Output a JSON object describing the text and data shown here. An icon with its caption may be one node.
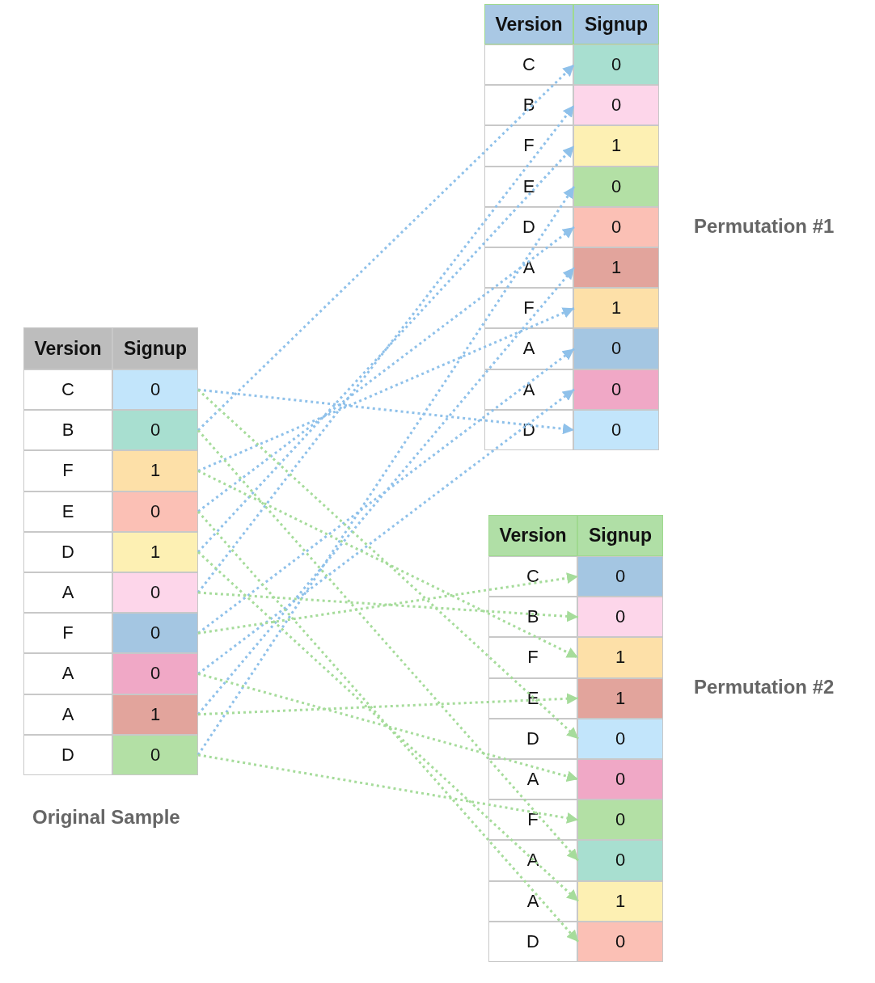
{
  "diagram": {
    "nodes": [
      {
        "text": [
          "Version"
        ]
      },
      {
        "text": [
          "Signup"
        ]
      },
      {
        "text": [
          "0"
        ]
      },
      {
        "text": [
          "0"
        ]
      },
      {
        "text": [
          "1"
        ]
      },
      {
        "text": [
          "0"
        ]
      },
      {
        "text": [
          "0"
        ]
      },
      {
        "text": [
          "1"
        ]
      },
      {
        "text": [
          "1"
        ]
      },
      {
        "text": [
          "0"
        ]
      },
      {
        "text": [
          "0"
        ]
      },
      {
        "text": [
          "0"
        ]
      },
      {
        "text": [
          "Version"
        ]
      },
      {
        "text": [
          "Signup"
        ]
      },
      {
        "text": [
          "0"
        ]
      },
      {
        "text": [
          "0"
        ]
      },
      {
        "text": [
          "1"
        ]
      },
      {
        "text": [
          "0"
        ]
      },
      {
        "text": [
          "1"
        ]
      },
      {
        "text": [
          "0"
        ]
      },
      {
        "text": [
          "0"
        ]
      },
      {
        "text": [
          "0"
        ]
      },
      {
        "text": [
          "1"
        ]
      },
      {
        "text": [
          "0"
        ]
      },
      {
        "text": [
          "Version"
        ]
      },
      {
        "text": [
          "Signup"
        ]
      },
      {
        "text": [
          "0"
        ]
      },
      {
        "text": [
          "0"
        ]
      },
      {
        "text": [
          "1"
        ]
      },
      {
        "text": [
          "1"
        ]
      },
      {
        "text": [
          "0"
        ]
      },
      {
        "text": [
          "0"
        ]
      },
      {
        "text": [
          "0"
        ]
      },
      {
        "text": [
          "0"
        ]
      },
      {
        "text": [
          "1"
        ]
      },
      {
        "text": [
          "0"
        ]
      }
    ],
    "edges": [
      {
        "from": 15,
        "to": 2,
        "arrow": "to",
        "style": "dashed",
        "color": "#8fc1ea"
      },
      {
        "from": 19,
        "to": 3,
        "arrow": "to",
        "style": "dashed",
        "color": "#8fc1ea"
      },
      {
        "from": 18,
        "to": 4,
        "arrow": "to",
        "style": "dashed",
        "color": "#8fc1ea"
      },
      {
        "from": 23,
        "to": 5,
        "arrow": "to",
        "style": "dashed",
        "color": "#8fc1ea"
      },
      {
        "from": 17,
        "to": 6,
        "arrow": "to",
        "style": "dashed",
        "color": "#8fc1ea"
      },
      {
        "from": 22,
        "to": 7,
        "arrow": "to",
        "style": "dashed",
        "color": "#8fc1ea"
      },
      {
        "from": 16,
        "to": 8,
        "arrow": "to",
        "style": "dashed",
        "color": "#8fc1ea"
      },
      {
        "from": 20,
        "to": 9,
        "arrow": "to",
        "style": "dashed",
        "color": "#8fc1ea"
      },
      {
        "from": 21,
        "to": 10,
        "arrow": "to",
        "style": "dashed",
        "color": "#8fc1ea"
      },
      {
        "from": 14,
        "to": 11,
        "arrow": "to",
        "style": "dashed",
        "color": "#8fc1ea"
      },
      {
        "from": 20,
        "to": 26,
        "arrow": "to",
        "style": "dashed",
        "color": "#a6dc9b"
      },
      {
        "from": 19,
        "to": 27,
        "arrow": "to",
        "style": "dashed",
        "color": "#a6dc9b"
      },
      {
        "from": 16,
        "to": 28,
        "arrow": "to",
        "style": "dashed",
        "color": "#a6dc9b"
      },
      {
        "from": 22,
        "to": 29,
        "arrow": "to",
        "style": "dashed",
        "color": "#a6dc9b"
      },
      {
        "from": 14,
        "to": 30,
        "arrow": "to",
        "style": "dashed",
        "color": "#a6dc9b"
      },
      {
        "from": 21,
        "to": 31,
        "arrow": "to",
        "style": "dashed",
        "color": "#a6dc9b"
      },
      {
        "from": 23,
        "to": 32,
        "arrow": "to",
        "style": "dashed",
        "color": "#a6dc9b"
      },
      {
        "from": 15,
        "to": 33,
        "arrow": "to",
        "style": "dashed",
        "color": "#a6dc9b"
      },
      {
        "from": 18,
        "to": 34,
        "arrow": "to",
        "style": "dashed",
        "color": "#a6dc9b"
      },
      {
        "from": 17,
        "to": 35,
        "arrow": "to",
        "style": "dashed",
        "color": "#a6dc9b"
      }
    ],
    "labels": [
      "C",
      "B",
      "F",
      "E",
      "D",
      "A",
      "F",
      "A",
      "A",
      "D",
      "C",
      "B",
      "F",
      "E",
      "D",
      "A",
      "F",
      "A",
      "A",
      "D",
      "C",
      "B",
      "F",
      "E",
      "D",
      "A",
      "F",
      "A",
      "A",
      "D",
      "Permutation #1",
      "Permutation #2",
      "Original Sample"
    ]
  }
}
